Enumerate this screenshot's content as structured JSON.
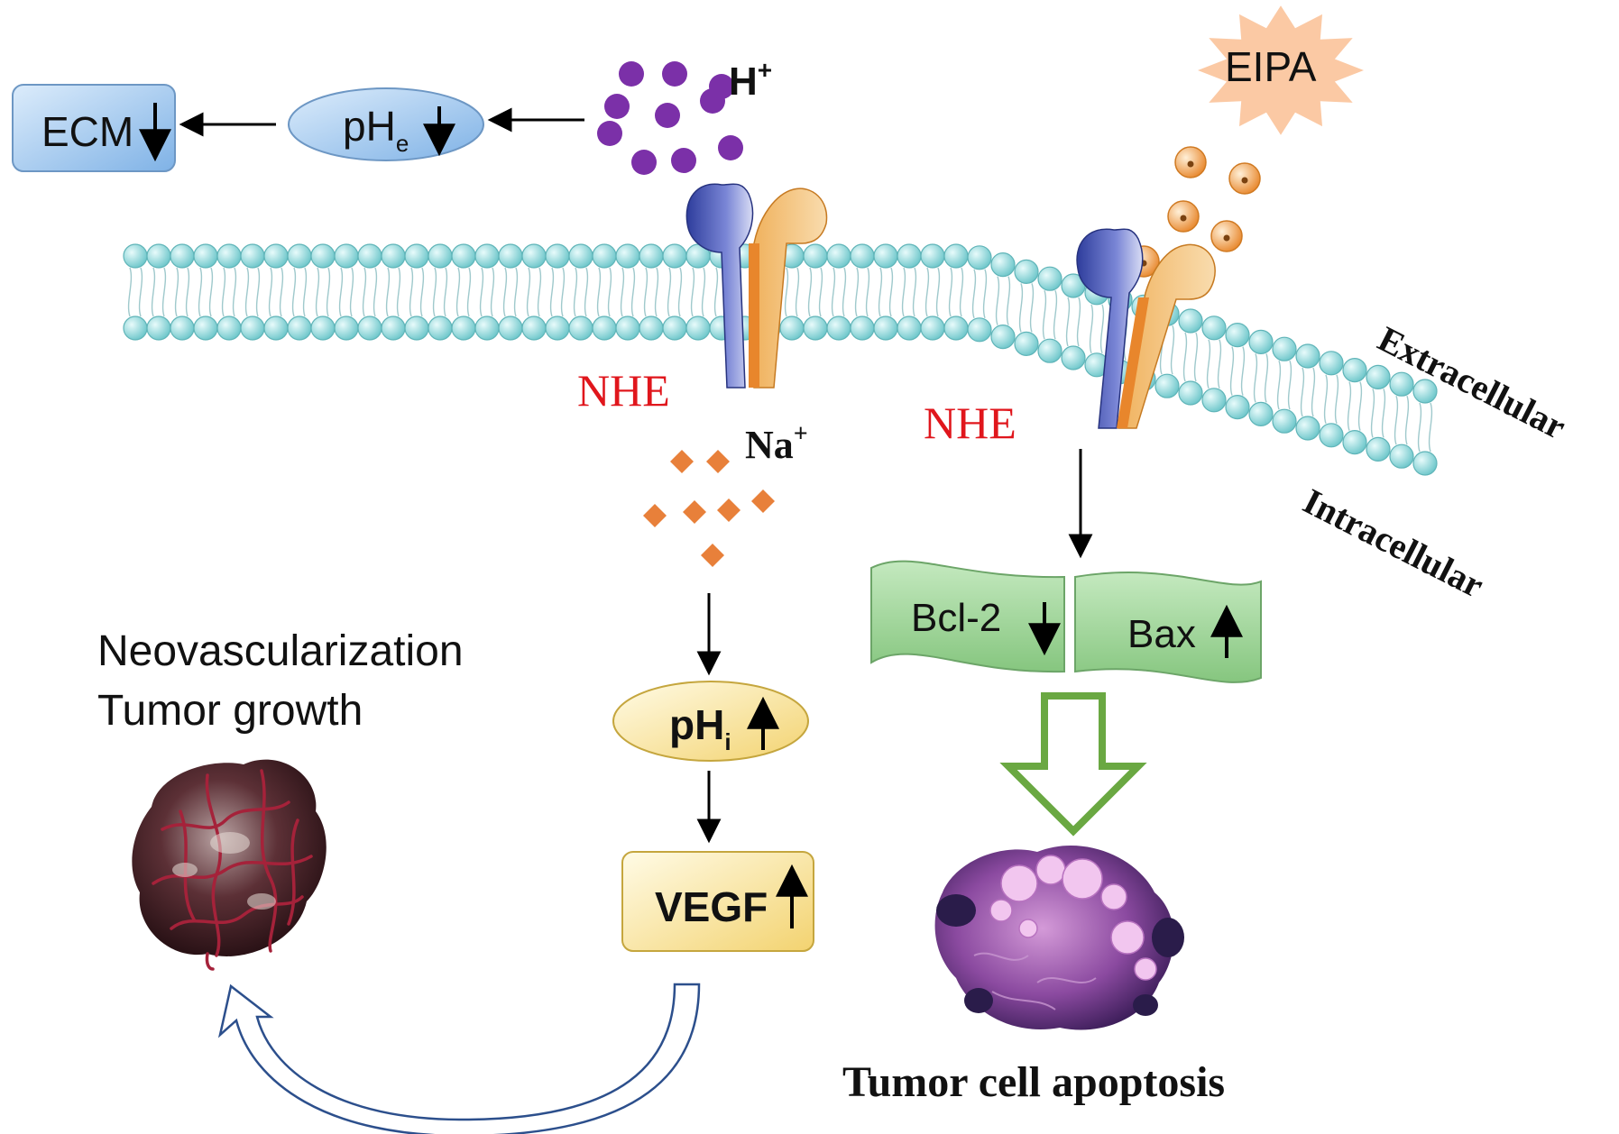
{
  "boxes": {
    "ecm": "ECM",
    "ph_e_main": "pH",
    "ph_e_sub": "e",
    "ph_i_main": "pH",
    "ph_i_sub": "i",
    "vegf": "VEGF",
    "bcl2": "Bcl-2",
    "bax": "Bax"
  },
  "ions": {
    "h_main": "H",
    "h_sup": "+",
    "na_main": "Na",
    "na_sup": "+"
  },
  "drug": "EIPA",
  "transporter_labels": [
    "NHE",
    "NHE"
  ],
  "membrane_sides": {
    "outside": "Extracellular",
    "inside": "Intracellular"
  },
  "outcomes": {
    "growth_line1": "Neovascularization",
    "growth_line2": "Tumor growth",
    "apoptosis": "Tumor cell apoptosis"
  },
  "colors": {
    "label_red": "#e0161c",
    "proton": "#7b30a8",
    "sodium": "#e8803a",
    "lipid_head": "#8fd9dc",
    "box_blue": "#a9cdf0",
    "box_yellow": "#f8e39c",
    "box_green": "#9ed49a",
    "eipa_burst": "#fbc9a4",
    "arrow_green": "#6aa842"
  }
}
